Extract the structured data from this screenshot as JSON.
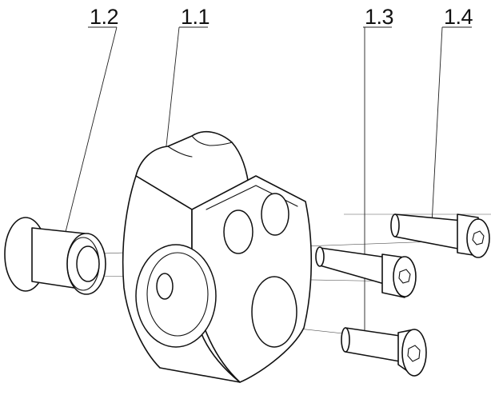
{
  "callouts": {
    "part_1_1": "1.1",
    "part_1_2": "1.2",
    "part_1_3": "1.3",
    "part_1_4": "1.4"
  },
  "colors": {
    "line": "#111111",
    "background": "#ffffff"
  }
}
